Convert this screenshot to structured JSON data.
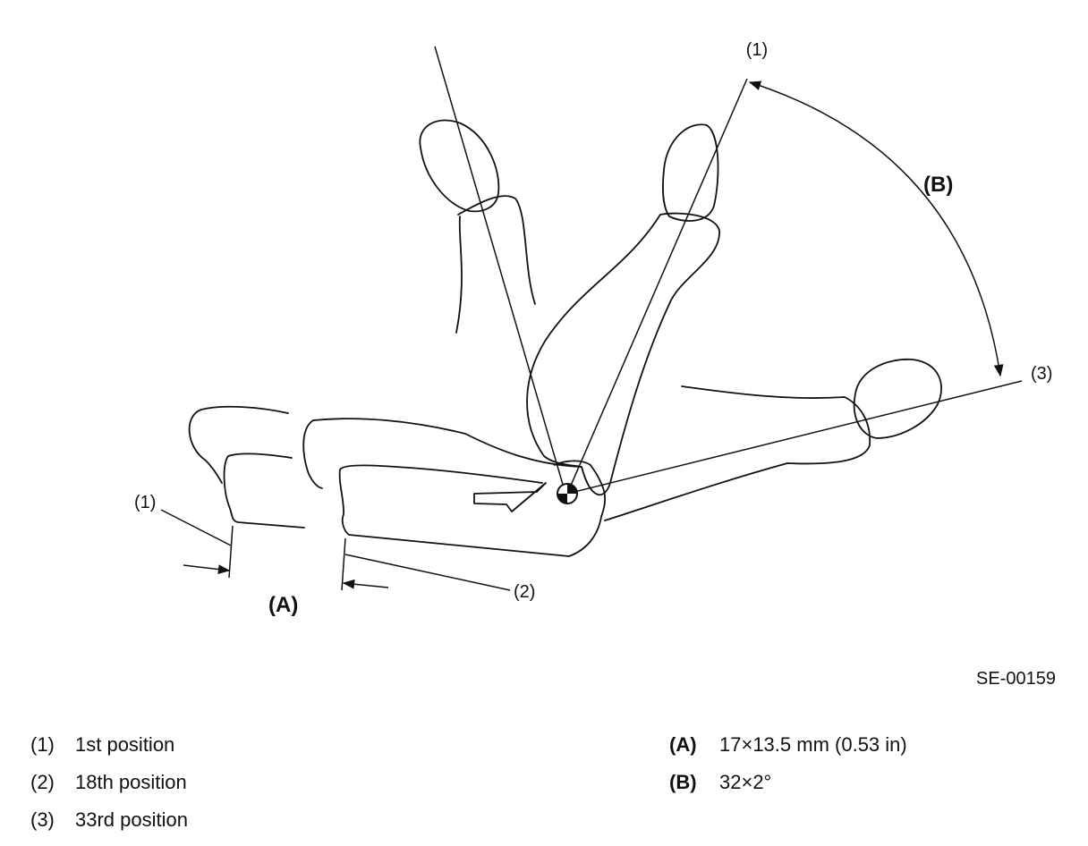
{
  "figure_code": "SE-00159",
  "callouts": {
    "top": "(1)",
    "left_1": "(1)",
    "left_2": "(2)",
    "right_3": "(3)",
    "dim_a": "(A)",
    "dim_b": "(B)"
  },
  "legend_left": [
    {
      "key": "(1)",
      "text": "1st position"
    },
    {
      "key": "(2)",
      "text": "18th position"
    },
    {
      "key": "(3)",
      "text": "33rd position"
    }
  ],
  "legend_right": [
    {
      "key": "(A)",
      "text": "17×13.5 mm (0.53 in)"
    },
    {
      "key": "(B)",
      "text": "32×2°"
    }
  ]
}
